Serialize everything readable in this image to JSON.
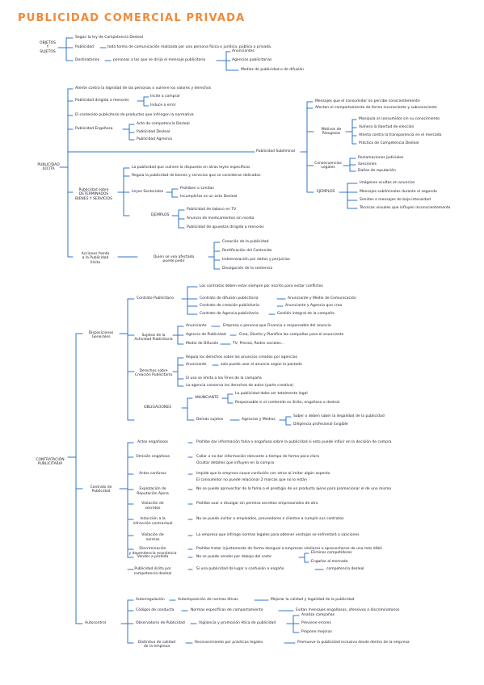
{
  "title": "PUBLICIDAD COMERCIAL PRIVADA",
  "colors": {
    "title": "#ef8a3a",
    "line": "#2f76c9",
    "text": "#1b1b2a"
  },
  "s1": {
    "root": [
      "OBJETOS",
      "Y",
      "SUJETOS"
    ],
    "ley": "Según la ley de Competencia Desleal",
    "publicidad": "Publicidad",
    "publicidad_def": "toda forma de comunicación realizada por una persona física o jurídica, pública o privada.",
    "destinatarios": "Destinatarios",
    "dest_def": "personas a las que se dirija el mensaje publicitario",
    "leaves": [
      "Anunciantes",
      "Agencias publicitarias",
      "Medios de publicidad o de difusión"
    ]
  },
  "s2": {
    "root": [
      "PUBLICIDAD",
      "ILÍCITA"
    ],
    "atente": "Atente contra la dignidad de las personas o vulnere los valores y derechos",
    "menores": "Publicidad dirigida a menores",
    "menores_leaves": [
      "Incite a comprar",
      "Induce a error"
    ],
    "normativa": "El contenido publicitario de productos que infringen la normativa",
    "enganosa": "Publicidad Engañosa",
    "enganosa_leaves": [
      "Acto de competencia Desleal",
      "Publicidad Desleal",
      "Publicidad Agresiva"
    ],
    "subliminal": "Publicidad Subliminal",
    "mensajes": "Mensajes que el consumidor no percibe conscientemente",
    "afectan": "Afectan el comportamiento de forma inconsciente y subconsciente",
    "riesgosos": [
      "Motivos de",
      "Riesgosos"
    ],
    "riesgosos_leaves": [
      "Manipula al consumidor sin su conocimiento",
      "Vulnera la libertad de elección",
      "Atenta contra la transparencia en el mercado",
      "Práctica de Competencia Desleal"
    ],
    "consecuencias": [
      "Consecuencias",
      "Legales"
    ],
    "consecuencias_leaves": [
      "Reclamaciones Judiciales",
      "Sanciones",
      "Daños de reputación"
    ],
    "ejemplos_sub": "EJEMPLOS",
    "ejemplos_sub_leaves": [
      "Imágenes ocultas en anuncios",
      "Mensajes subliminales durante el segundo",
      "Sonidos o mensajes de baja intensidad",
      "Técnicas visuales que influyen inconscientemente"
    ],
    "prohibida": [
      "Publicidad sobre",
      "DETERMINADOS",
      "BIENES Y SERVICIOS"
    ],
    "prohibida_leaves": [
      "La publicidad que vulnere lo dispuesto en otras leyes específicas",
      "Regula la publicidad de bienes y servicios que se consideran delicados"
    ],
    "leyes": "Leyes Sectoriales",
    "leyes_leaves": [
      "Prohíben o Limitan",
      "Incumplirlas es un acto Desleal"
    ],
    "ejemplos": "EJEMPLOS",
    "ejemplos_leaves": [
      "Publicidad de tabaco en TV",
      "Anuncio de medicamentos sin receta",
      "Publicidad de apuestas dirigida a menores"
    ],
    "acciones": [
      "Acciones frente",
      "a la Publicidad",
      "Ilícita"
    ],
    "quien": [
      "Quien se vea afectado",
      "puede pedir"
    ],
    "quien_leaves": [
      "Cesación de la publicidad",
      "Rectificación del Contenido",
      "Indemnización por daños y perjuicios",
      "Divulgación de la sentencia"
    ]
  },
  "s3": {
    "root": [
      "CONTRATACIÓN",
      "PUBLICITARIA"
    ],
    "disp": [
      "Disposiciones",
      "Generales"
    ],
    "contrato_pub": "Contrato Publicitario",
    "contrato_pub_top": "Los contratos deben estar siempre por escrito para evitar conflictos",
    "contrato_lines": [
      {
        "a": "Contrato de difusión publicitaria",
        "b": "Anunciante y Medio de Comunicación"
      },
      {
        "a": "Contrato de creación publicitaria",
        "b": "Anunciante y Agencia que crea"
      },
      {
        "a": "Contrato de Agencia publicitaria",
        "b": "Gestión integral de la campaña"
      }
    ],
    "sujetos": [
      "Sujetos de la",
      "Actividad Publicitaria"
    ],
    "sujetos_lines": [
      {
        "a": "Anunciante",
        "b": "Empresa o persona que Financia o responsable del anuncio"
      },
      {
        "a": "Agencia de Publicidad",
        "b": "Crea, Diseña y Planifica las campañas para el anunciante"
      },
      {
        "a": "Medio de Difusión",
        "b": "TV, Prensa, Redes sociales..."
      }
    ],
    "derechos": [
      "Derechos sobre",
      "Creación Publicitaria"
    ],
    "derechos_lines": [
      "Regula los derechos sobre los anuncios creados por agencias",
      "El uso se limita a los Fines de la campaña",
      "La agencia conserva los derechos de autor (parte creativa)"
    ],
    "der_anunciante": "Anunciante",
    "der_anunciante_b": "solo puede usar el anuncio según lo pactado",
    "obligaciones": "OBLIGACIONES",
    "oblig_anunciante": "ANUNCIANTE",
    "oblig_anunciante_leaves": [
      "La publicidad debe ser totalmente legal",
      "Responsable si el contenido es ilícito, engañoso o desleal"
    ],
    "demas": "Demás sujetos",
    "agencias_medios": "Agencias y Medios",
    "agencias_leaves": [
      "Saber o deben saber la ilegalidad de la publicidad",
      "Diligencia profesional Exigible"
    ],
    "contrato_uso": [
      "Contrato de",
      "Publicidad"
    ],
    "items": [
      {
        "label": [
          "Actos engañosos"
        ],
        "text": "Prohíbe dar información falsa o engañosa sobre la publicidad si esto puede influir en la decisión de compra"
      },
      {
        "label": [
          "Omisión engañosa"
        ],
        "text": "Callar o no dar información relevante a tiempo de forma poco clara"
      },
      {
        "label": [
          "Actos confusos"
        ],
        "text": "Impide que la empresa cause confusión con otras al imitar algún aspecto"
      },
      {
        "label": [
          "Explotación de",
          "Reputación Ajena"
        ],
        "text": "No se puede aprovechar de la fama o el prestigio de un producto ajeno para promocionar el de uno mismo"
      },
      {
        "label": [
          "Violación de",
          "secretos"
        ],
        "text": "Prohíbe usar o divulgar sin permiso secretos empresariales de otro"
      },
      {
        "label": [
          "Inducción a la",
          "infracción contractual"
        ],
        "text": "No se puede incitar a empleados, proveedores o clientes a cumplir sus contratos"
      },
      {
        "label": [
          "Violación de",
          "normas"
        ],
        "text": "La empresa que infringe normas legales para obtener ventajas se enfrentará a sanciones"
      },
      {
        "label": [
          "Discriminación",
          "y dependencia económica"
        ],
        "text": "Prohíbe tratar injustamente de forma desigual a empresas similares o aprovecharse de una más débil"
      },
      {
        "label": [
          "Vender a pérdida"
        ],
        "text": "No se puede vender por debajo del coste"
      },
      {
        "label": [
          "Publicidad ilícita por",
          "competencia desleal"
        ],
        "text": "Si una publicidad da lugar a confusión o engaño"
      }
    ],
    "omision_b": "Ocultar detalles que influyen en la compra",
    "confusos_b": "El consumidor no puede relacionar 2 marcas que no lo están",
    "perdida_leaves": [
      "Eliminar competidores",
      "Engañar al mercado"
    ],
    "ilicita_b": "competencia desleal",
    "autocontrol": "Autocontrol",
    "autorregulacion": "Autorregulación",
    "autorregulacion_b": "Autoimposición de normas éticas",
    "autorregulacion_c": "Mejorar la calidad y legalidad de la publicidad",
    "codigos": "Códigos de conducta",
    "codigos_b": "Normas específicas de comportamiento",
    "codigos_c": "Evitan mensajes engañosos, ofensivos o discriminatorios",
    "observatorio": "Observatorio de Publicidad",
    "observatorio_b": "Vigilancia y promoción ética de publicidad",
    "observatorio_leaves": [
      "Analiza campañas",
      "Previene errores",
      "Propone mejoras"
    ],
    "distintivo": [
      "Distintivo de calidad",
      "de la empresa"
    ],
    "distintivo_b": "Reconocimiento por prácticas legales",
    "distintivo_c": "Promueve la publicidad inclusiva desde dentro de la empresa"
  }
}
